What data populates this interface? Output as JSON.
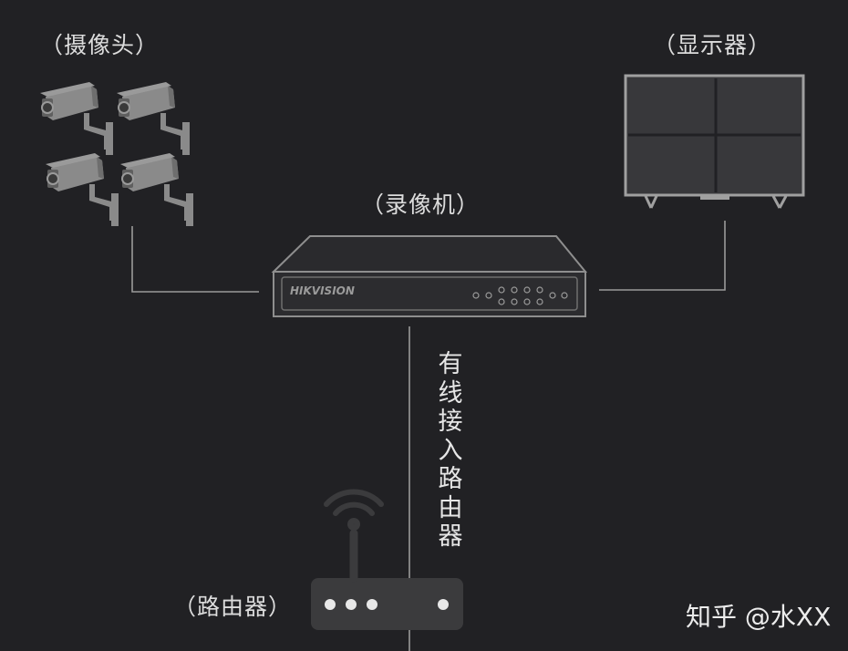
{
  "labels": {
    "cameras": "（摄像头）",
    "monitor": "（显示器）",
    "recorder": "（录像机）",
    "router": "（路由器）"
  },
  "recorder_brand": "HIKVISION",
  "connection_text": [
    "有",
    "线",
    "接",
    "入",
    "路",
    "由",
    "器"
  ],
  "watermark": "知乎 @水XX",
  "colors": {
    "background": "#212124",
    "line": "#9a9a9a",
    "device_body": "#2c2c2f",
    "device_outline": "#8e8e8e",
    "camera": "#8a8a8a",
    "router": "#3b3b3d",
    "router_dots": "#e8e8e8",
    "text": "#dcdcdc"
  },
  "icons": [
    "camera-icon",
    "monitor-icon",
    "recorder-icon",
    "router-icon",
    "wifi-icon"
  ]
}
